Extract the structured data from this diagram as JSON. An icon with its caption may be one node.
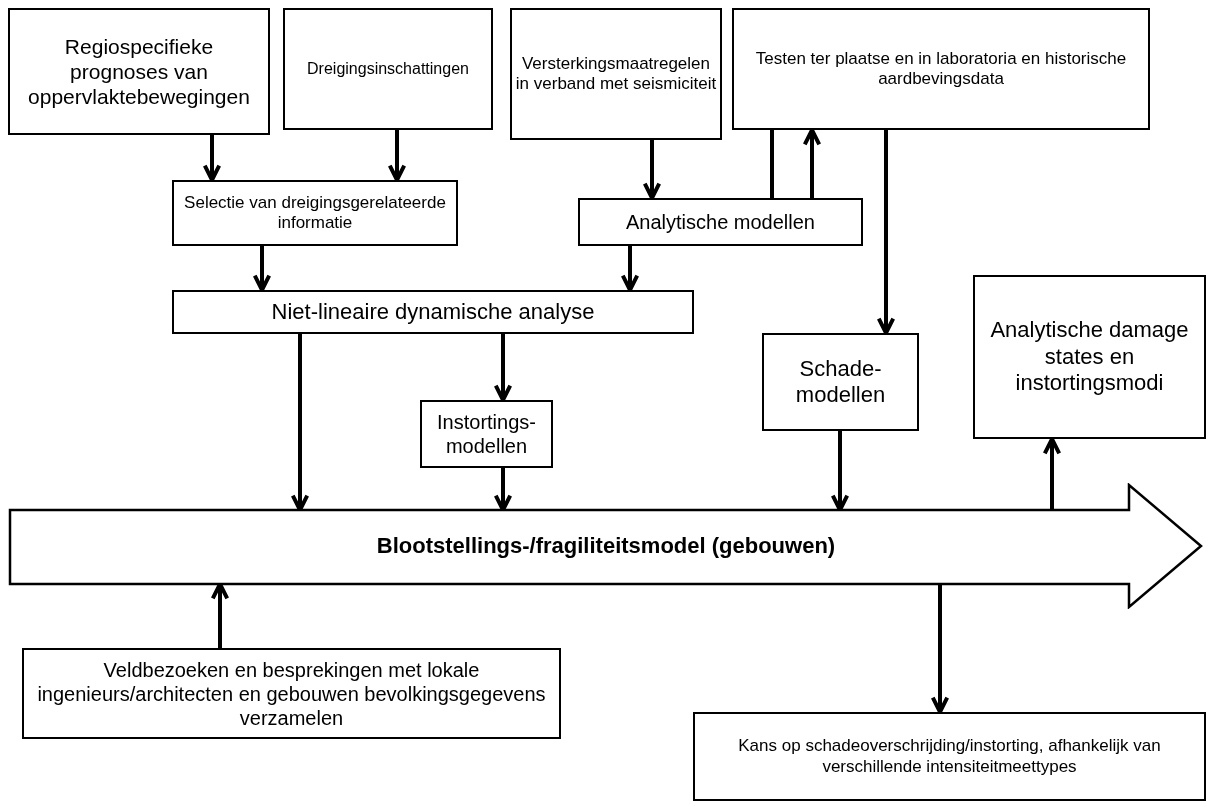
{
  "diagram": {
    "nodes": [
      {
        "text": [
          "Regiospecifieke prognoses van oppervlaktebewegingen"
        ]
      },
      {
        "text": [
          "Dreigingsinschattingen"
        ]
      },
      {
        "text": [
          "Versterkingsmaatregelen in verband met seismiciteit"
        ]
      },
      {
        "text": [
          "Testen ter plaatse en in laboratoria en historische aardbevingsdata"
        ]
      },
      {
        "text": [
          "Selectie van dreigingsgerelateerde informatie"
        ]
      },
      {
        "text": [
          "Analytische modellen"
        ]
      },
      {
        "text": [
          "Niet-lineaire dynamische analyse"
        ]
      },
      {
        "text": [
          "Schade-modellen"
        ]
      },
      {
        "text": [
          "Analytische damage states en instortingsmodi"
        ]
      },
      {
        "text": [
          "Instortings-modellen"
        ]
      },
      {
        "text": [
          "Blootstellings-/fragiliteitsmodel (gebouwen)"
        ]
      },
      {
        "text": [
          "Veldbezoeken en besprekingen met lokale ingenieurs/architecten en gebouwen bevolkingsgegevens verzamelen"
        ]
      },
      {
        "text": [
          "Kans op schadeoverschrijding/instorting, afhankelijk van verschillende intensiteitmeettypes"
        ]
      }
    ],
    "edges": [
      {
        "from": 0,
        "to": 4,
        "arrow": "to"
      },
      {
        "from": 1,
        "to": 4,
        "arrow": "to"
      },
      {
        "from": 2,
        "to": 5,
        "arrow": "to"
      },
      {
        "from": 5,
        "to": 3,
        "arrow": "to"
      },
      {
        "from": 5,
        "to": 3,
        "arrow": "none"
      },
      {
        "from": 3,
        "to": 7,
        "arrow": "to"
      },
      {
        "from": 4,
        "to": 6,
        "arrow": "to"
      },
      {
        "from": 5,
        "to": 6,
        "arrow": "to"
      },
      {
        "from": 6,
        "to": 10,
        "arrow": "to"
      },
      {
        "from": 6,
        "to": 9,
        "arrow": "to"
      },
      {
        "from": 9,
        "to": 10,
        "arrow": "to"
      },
      {
        "from": 7,
        "to": 10,
        "arrow": "to"
      },
      {
        "from": 10,
        "to": 8,
        "arrow": "to"
      },
      {
        "from": 11,
        "to": 10,
        "arrow": "to"
      },
      {
        "from": 10,
        "to": 12,
        "arrow": "to"
      }
    ]
  }
}
